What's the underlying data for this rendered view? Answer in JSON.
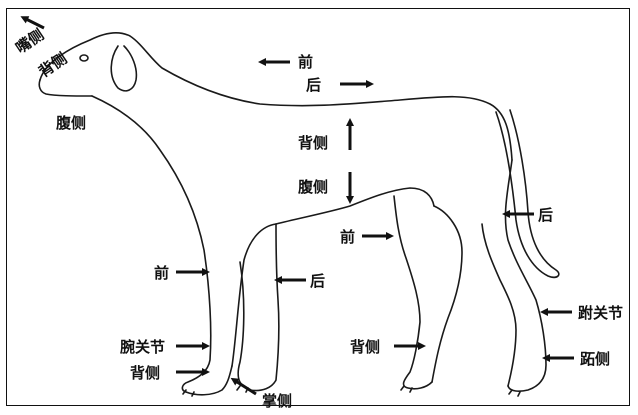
{
  "labels": {
    "rostral": "嘴侧",
    "dorsal_head": "背侧",
    "ventral_head": "腹侧",
    "cranial_top": "前",
    "caudal_top": "后",
    "dorsal_mid": "背侧",
    "ventral_mid": "腹侧",
    "tail_caudal": "后",
    "hind_cranial": "前",
    "fore_cranial": "前",
    "fore_caudal": "后",
    "tarsal_joint": "跗关节",
    "carpal_joint": "腕关节",
    "hind_dorsal": "背侧",
    "fore_dorsal": "背侧",
    "plantar": "跖侧",
    "palmar": "掌侧"
  },
  "colors": {
    "ink": "#111111",
    "background": "#ffffff"
  }
}
